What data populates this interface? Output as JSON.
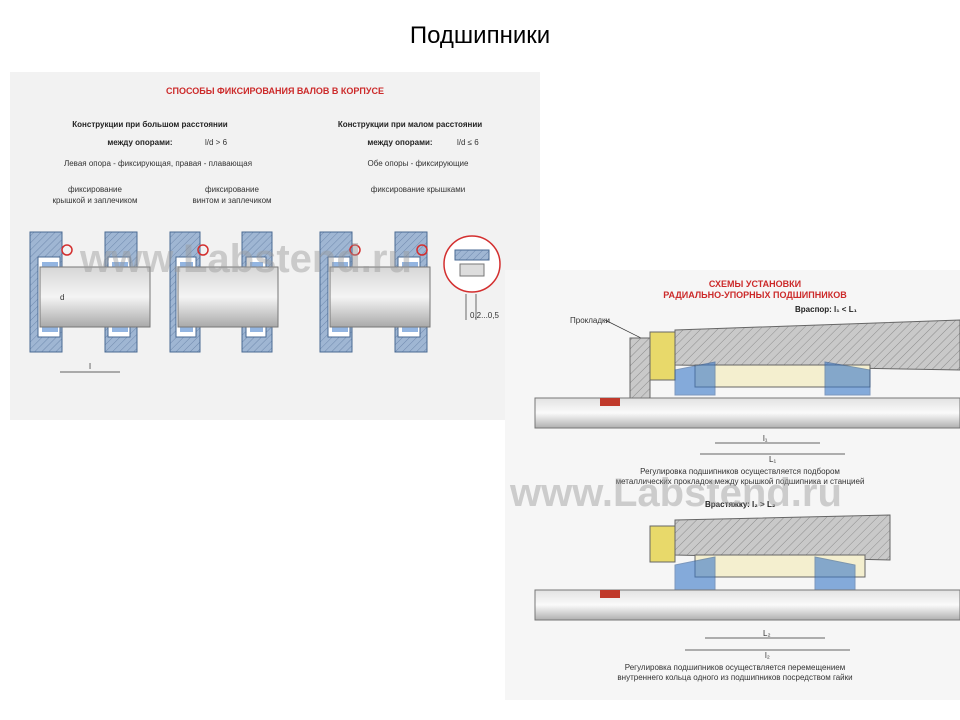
{
  "slide": {
    "title": "Подшипники"
  },
  "left_diagram": {
    "title": "СПОСОБЫ ФИКСИРОВАНИЯ ВАЛОВ В КОРПУСЕ",
    "col1_heading": "Конструкции при большом расстоянии",
    "col1_subheading": "между опорами:",
    "col1_ratio": "l/d > 6",
    "col2_heading": "Конструкции при малом расстоянии",
    "col2_subheading": "между опорами:",
    "col2_ratio": "l/d ≤ 6",
    "col1_desc": "Левая опора - фиксирующая, правая - плавающая",
    "col2_desc": "Обе опоры - фиксирующие",
    "variant1_label_line1": "фиксирование",
    "variant1_label_line2": "крышкой и заплечиком",
    "variant2_label_line1": "фиксирование",
    "variant2_label_line2": "винтом и заплечиком",
    "variant3_label": "фиксирование крышками",
    "dim_l": "l",
    "dim_d": "d",
    "gap_label": "0,2...0,5",
    "watermark": "www.Labstend.ru"
  },
  "right_diagram": {
    "title_line1": "СХЕМЫ УСТАНОВКИ",
    "title_line2": "РАДИАЛЬНО-УПОРНЫХ ПОДШИПНИКОВ",
    "scheme1_label": "Враспор: l₁ < L₁",
    "gaskets_label": "Прокладки",
    "dim_l1": "l₁",
    "dim_L1": "L₁",
    "scheme1_note_line1": "Регулировка подшипников осуществляется подбором",
    "scheme1_note_line2": "металлических прокладок между крышкой подшипника и станцией",
    "scheme2_label": "Врастяжку: l₂ > L₂",
    "dim_L2": "L₂",
    "dim_l2": "l₂",
    "scheme2_note_line1": "Регулировка подшипников осуществляется перемещением",
    "scheme2_note_line2": "внутреннего кольца одного из подшипников посредством гайки",
    "watermark": "www.Labstend.ru"
  },
  "colors": {
    "title_red": "#cc2a2a",
    "housing_blue": "#8fa9c9",
    "bearing_blue": "#3a78c8",
    "shaft_gray": "#b5b5b5",
    "spacer_yellow": "#e8d96a",
    "hatch_gray": "#a8a8a8"
  }
}
